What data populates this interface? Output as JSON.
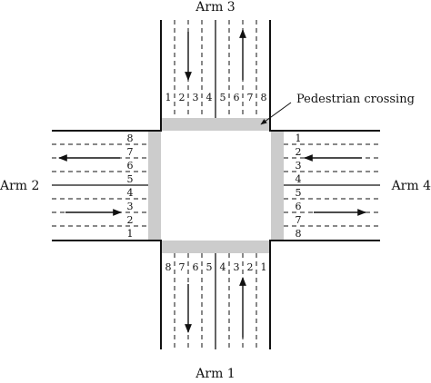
{
  "arms": {
    "north": "Arm 3",
    "west": "Arm 2",
    "east": "Arm 4",
    "south": "Arm 1"
  },
  "crossing_label": "Pedestrian crossing",
  "lanes": {
    "north": [
      "1",
      "2",
      "3",
      "4",
      "5",
      "6",
      "7",
      "8"
    ],
    "south": [
      "8",
      "7",
      "6",
      "5",
      "4",
      "3",
      "2",
      "1"
    ],
    "west": [
      "8",
      "7",
      "6",
      "5",
      "4",
      "3",
      "2",
      "1"
    ],
    "east": [
      "1",
      "2",
      "3",
      "4",
      "5",
      "6",
      "7",
      "8"
    ]
  },
  "colors": {
    "road_line": "#111111",
    "crossing": "#cccccc",
    "background": "#ffffff"
  }
}
